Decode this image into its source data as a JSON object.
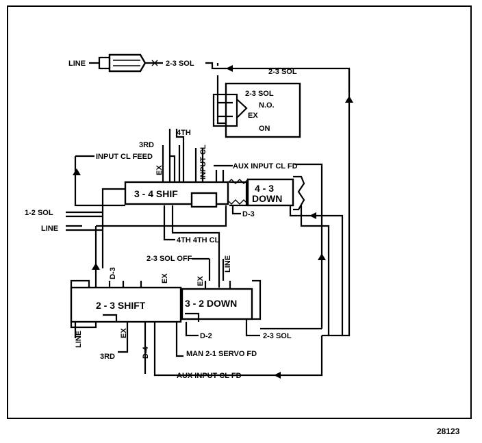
{
  "labels": {
    "line_top": "LINE",
    "sol_23_a": "2-3 SOL",
    "sol_23_b": "2-3 SOL",
    "solenoid_name": "2-3 SOL",
    "solenoid_no": "N.O.",
    "solenoid_ex": "EX",
    "solenoid_on": "ON",
    "fourth": "4TH",
    "third_top": "3RD",
    "input_cl_feed": "INPUT CL FEED",
    "ex_left": "EX",
    "input_cl": "INPUT CL",
    "aux_input_cl_fd": "AUX INPUT CL FD",
    "valve_34": "3 - 4 SHIF",
    "valve_43a": "4 - 3",
    "valve_43b": "DOWN",
    "sol_12": "1-2 SOL",
    "line_mid": "LINE",
    "d3_right": "D-3",
    "fourth_cl": "4TH 4TH CL",
    "sol_23_off": "2-3 SOL OFF",
    "line_vert": "LINE",
    "d3_vert": "D-3",
    "ex_mid": "EX",
    "ex_vert2": "EX",
    "valve_23": "2 - 3 SHIFT",
    "valve_32": "3 - 2 DOWN",
    "line_bottom": "LINE",
    "ex_bottom": "EX",
    "d4": "D-4",
    "d2": "D-2",
    "sol_23_bottom": "2-3 SOL",
    "third_bottom": "3RD",
    "man_21": "MAN 2-1 SERVO FD",
    "aux_input_bottom": "AUX INPUT CL FD",
    "figure_number": "28123"
  }
}
